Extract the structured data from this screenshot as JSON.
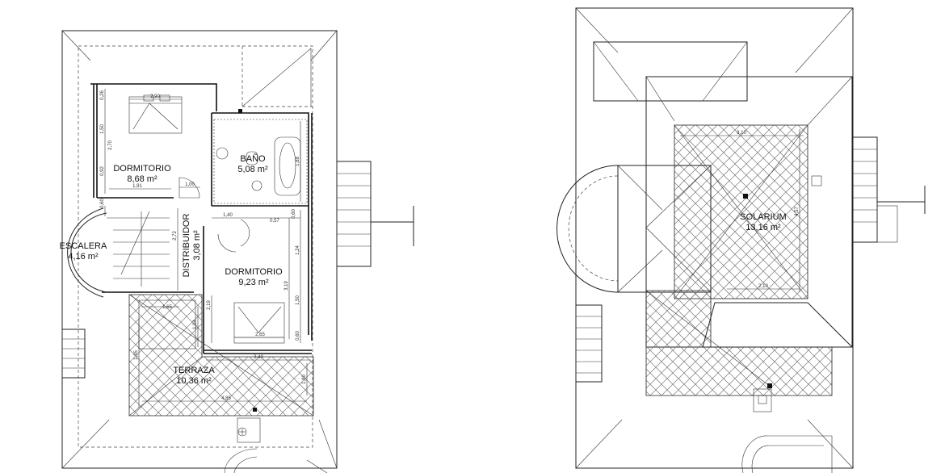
{
  "upper_floor": {
    "rooms": [
      {
        "id": "dormitorio-1",
        "name": "DORMITORIO",
        "area": "8,68 m²"
      },
      {
        "id": "bano",
        "name": "BAÑO",
        "area": "5,08 m²"
      },
      {
        "id": "escalera",
        "name": "ESCALERA",
        "area": "4,16 m²"
      },
      {
        "id": "distribuidor",
        "name": "DISTRIBUIDOR",
        "area": "3,08 m²"
      },
      {
        "id": "dormitorio-2",
        "name": "DORMITORIO",
        "area": "9,23 m²"
      },
      {
        "id": "terraza",
        "name": "TERRAZA",
        "area": "10,36 m²"
      }
    ],
    "dimensions": [
      "2,90",
      "1,50",
      "2,70",
      "0,92",
      "1,91",
      "1,00",
      "0,60",
      "2,72",
      "1,40",
      "1,88",
      "0,57",
      "0,60",
      "1,24",
      "3,19",
      "1,50",
      "2,19",
      "2,65",
      "1,04",
      "0,60",
      "1,65",
      "3,40",
      "4,85",
      "1,80",
      "1,35",
      "0,26"
    ]
  },
  "roof_plan": {
    "rooms": [
      {
        "id": "solarium",
        "name": "SOLARIUM",
        "area": "13,16 m²"
      }
    ],
    "dimensions": [
      "3,10",
      "4,57",
      "2,10"
    ]
  }
}
